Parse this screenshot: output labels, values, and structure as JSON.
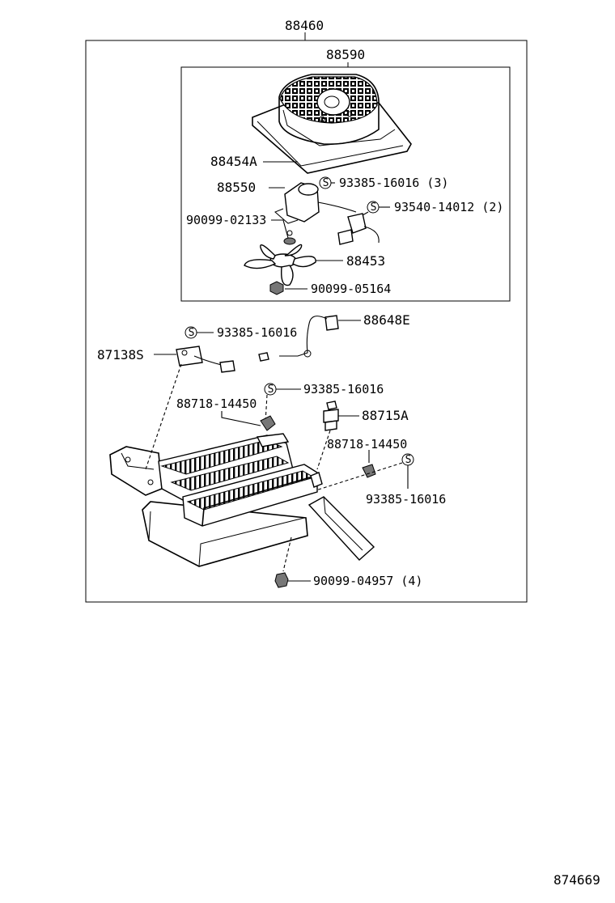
{
  "parts": {
    "assembly": "88460",
    "shroud_fan": "88590",
    "shroud": "88454A",
    "motor": "88550",
    "screw_motor": "93385-16016 (3)",
    "screw_resistor": "93540-14012 (2)",
    "washer": "90099-02133",
    "fan": "88453",
    "nut": "90099-05164",
    "wire_harness": "88648E",
    "screw_thermistor": "93385-16016",
    "thermistor": "87138S",
    "screw_clamp": "93385-16016",
    "clamp_left": "88718-14450",
    "pressure_switch": "88715A",
    "clamp_right": "88718-14450",
    "screw_bracket": "93385-16016",
    "bolt": "90099-04957 (4)"
  },
  "screw_symbol": "S",
  "diagram_number": "874669"
}
